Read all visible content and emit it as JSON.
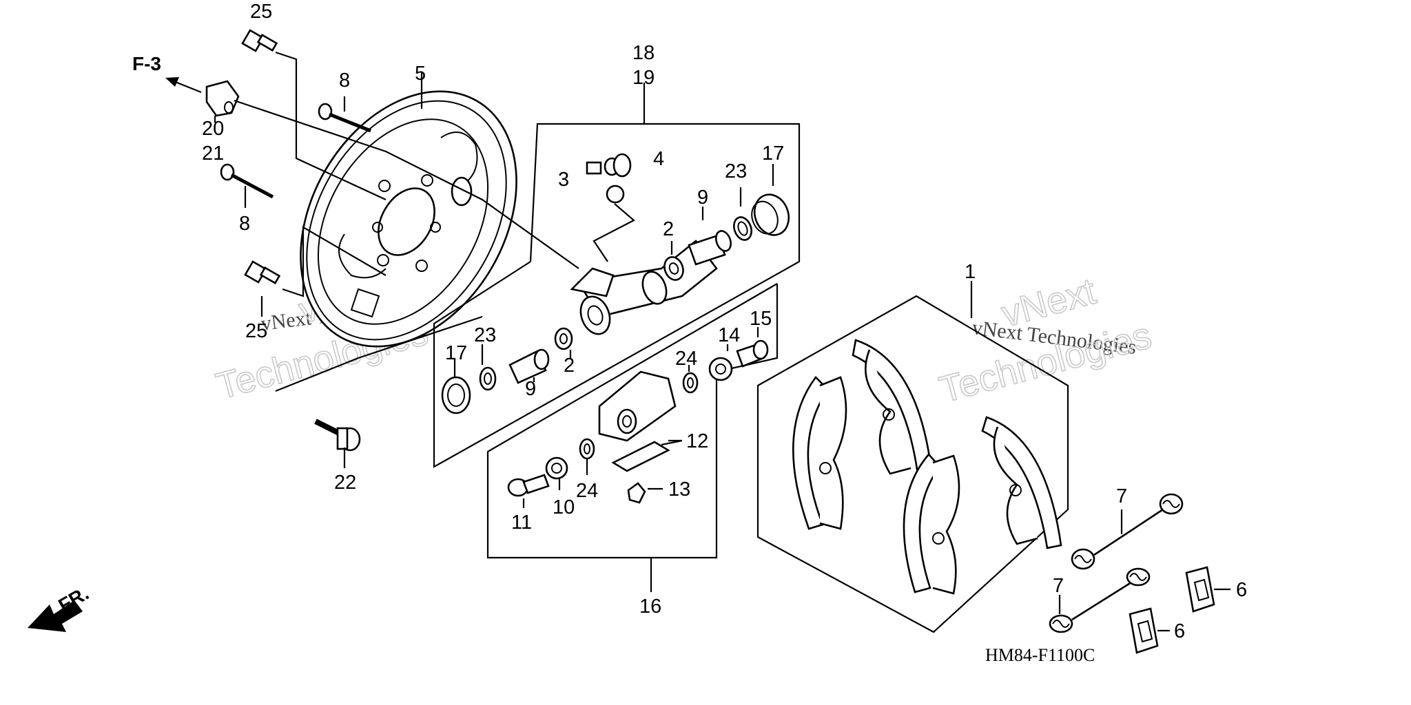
{
  "diagram": {
    "drawing_code": "HM84-F1100C",
    "direction_labels": {
      "f3": "F-3",
      "front": "FR."
    },
    "watermark": {
      "line1": "vNext Technologies",
      "line2": "vNext",
      "line3": "Technologies"
    },
    "callouts": {
      "c25a": "25",
      "c25b": "25",
      "c8a": "8",
      "c8b": "8",
      "c5": "5",
      "c20": "20",
      "c21": "21",
      "c22": "22",
      "c18": "18",
      "c19": "19",
      "c3": "3",
      "c4": "4",
      "c2a": "2",
      "c2b": "2",
      "c9a": "9",
      "c9b": "9",
      "c23a": "23",
      "c23b": "23",
      "c17a": "17",
      "c17b": "17",
      "c14": "14",
      "c15": "15",
      "c24a": "24",
      "c24b": "24",
      "c12": "12",
      "c13": "13",
      "c11": "11",
      "c10": "10",
      "c16": "16",
      "c1": "1",
      "c7a": "7",
      "c7b": "7",
      "c6a": "6",
      "c6b": "6"
    }
  }
}
